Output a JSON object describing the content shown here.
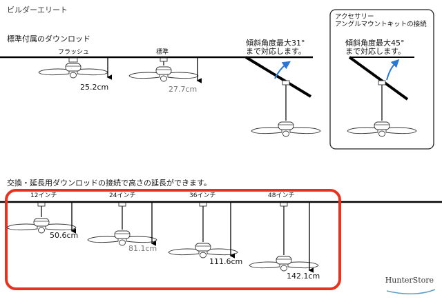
{
  "title": "ビルダーエリート",
  "section_standard": "標準付属のダウンロッド",
  "section_extension": "交換・延長用ダウンロッドの接続で高さの延長ができます。",
  "fans_standard": [
    {
      "label": "フラッシュ",
      "dimension": "25.2cm"
    },
    {
      "label": "標準",
      "dimension": "27.7cm"
    }
  ],
  "angle_31": {
    "line1": "傾斜角度最大31°",
    "line2": "まで対応します。"
  },
  "accessory": {
    "line1": "アクセサリー",
    "line2": "アングルマウントキットの接続",
    "angle_line1": "傾斜角度最大45°",
    "angle_line2": "まで対応します。"
  },
  "fans_extension": [
    {
      "label": "12インチ",
      "dimension": "50.6cm"
    },
    {
      "label": "24インチ",
      "dimension": "81.1cm"
    },
    {
      "label": "36インチ",
      "dimension": "111.6cm"
    },
    {
      "label": "48インチ",
      "dimension": "142.1cm"
    }
  ],
  "brand": "HunterStore",
  "colors": {
    "highlight_box": "#e8321e",
    "arrow_blue": "#2a78d6",
    "line": "#000000"
  }
}
